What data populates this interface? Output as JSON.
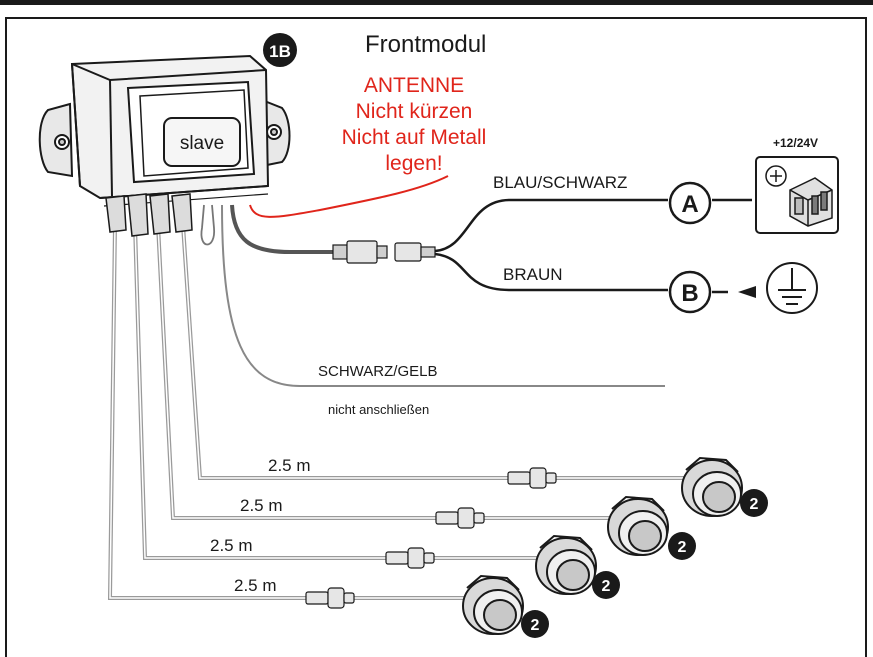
{
  "title": "Frontmodul",
  "module_badge": "1B",
  "module_label": "slave",
  "antenna_note": [
    "ANTENNE",
    "Nicht kürzen",
    "Nicht auf Metall",
    "legen!"
  ],
  "power": {
    "voltage": "+12/24V",
    "wire_a": "BLAU/SCHWARZ",
    "letter_a": "A",
    "wire_b": "BRAUN",
    "letter_b": "B"
  },
  "unused_wire": {
    "name": "SCHWARZ/GELB",
    "note": "nicht anschließen"
  },
  "sensor_cables": [
    {
      "length": "2.5 m",
      "badge": "2"
    },
    {
      "length": "2.5 m",
      "badge": "2"
    },
    {
      "length": "2.5 m",
      "badge": "2"
    },
    {
      "length": "2.5 m",
      "badge": "2"
    }
  ],
  "colors": {
    "antenna_red": "#e0251b",
    "outline": "#1a1a1a",
    "cable_gray": "#9a9a9a",
    "module_fill": "#f2f2f2"
  }
}
